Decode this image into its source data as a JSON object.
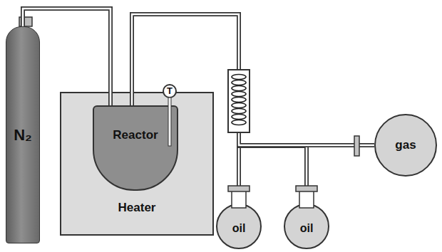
{
  "diagram": {
    "nodes": [
      {
        "text": [
          "N₂"
        ]
      },
      {
        "text": [
          "Heater"
        ]
      },
      {
        "text": [
          "Reactor"
        ],
        "in": 1
      },
      {
        "text": [
          "T"
        ]
      },
      {
        "text": [
          "oil"
        ]
      },
      {
        "text": [
          "oil"
        ]
      },
      {
        "text": [
          "gas"
        ]
      }
    ],
    "edges": [
      {
        "from": 0,
        "to": 2,
        "arrow": "none"
      },
      {
        "from": 2,
        "to": 4,
        "arrow": "none"
      },
      {
        "from": 2,
        "to": 5,
        "arrow": "none"
      },
      {
        "from": 2,
        "to": 6,
        "arrow": "none"
      }
    ]
  }
}
